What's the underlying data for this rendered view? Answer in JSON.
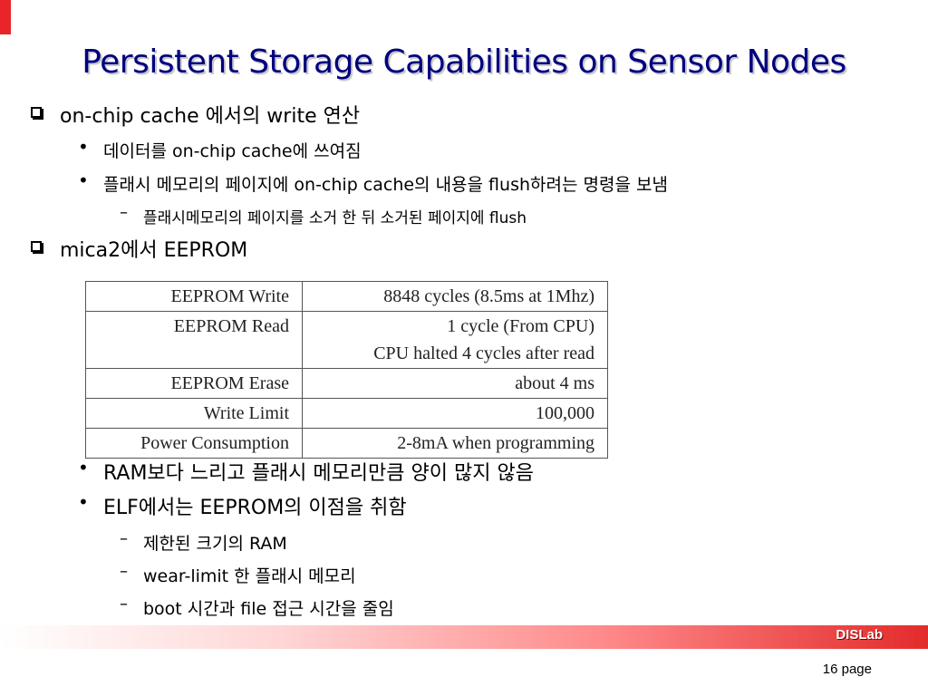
{
  "title": "Persistent Storage Capabilities on Sensor Nodes",
  "sections": [
    {
      "text": "on-chip cache 에서의 write 연산",
      "bullets": [
        "데이터를 on-chip cache에 쓰여짐",
        "플래시 메모리의 페이지에 on-chip cache의 내용을 flush하려는 명령을 보냄"
      ],
      "subbullet": "플래시메모리의 페이지를 소거 한 뒤 소거된 페이지에 flush"
    },
    {
      "text": "mica2에서 EEPROM"
    }
  ],
  "table": {
    "rows": [
      {
        "label": "EEPROM Write",
        "value": [
          "8848 cycles (8.5ms at 1Mhz)"
        ]
      },
      {
        "label": "EEPROM Read",
        "value": [
          "1 cycle (From CPU)",
          "CPU halted 4 cycles after read"
        ]
      },
      {
        "label": "EEPROM Erase",
        "value": [
          "about 4 ms"
        ]
      },
      {
        "label": "Write Limit",
        "value": [
          "100,000"
        ]
      },
      {
        "label": "Power Consumption",
        "value": [
          "2-8mA when programming"
        ]
      }
    ]
  },
  "bullets_after": [
    "RAM보다 느리고 플래시 메모리만큼 양이 많지 않음",
    "ELF에서는 EEPROM의 이점을 취함"
  ],
  "subbullets_after": [
    "제한된 크기의 RAM",
    "wear-limit 한 플래시 메모리",
    "boot 시간과 file 접근 시간을 줄임"
  ],
  "footer": {
    "brand": "DISLab",
    "page": "16 page"
  }
}
